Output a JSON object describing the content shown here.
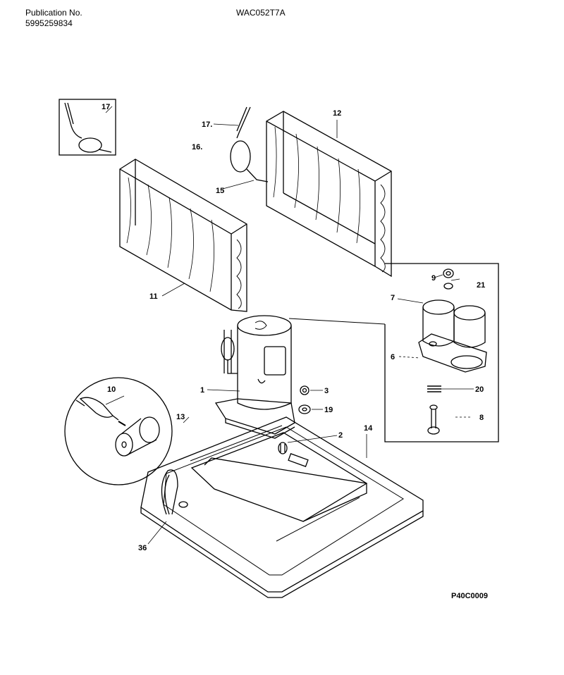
{
  "header": {
    "publication_label": "Publication No.",
    "publication_number": "5995259834",
    "model": "WAC052T7A"
  },
  "drawing_id": "P40C0009",
  "callouts": {
    "c1": "1",
    "c2": "2",
    "c3": "3",
    "c6": "6",
    "c7": "7",
    "c8": "8",
    "c9": "9",
    "c10": "10",
    "c11": "11",
    "c12": "12",
    "c13": "13",
    "c14": "14",
    "c15": "15",
    "c16": "16.",
    "c17a": "17",
    "c17b": "17.",
    "c19": "19",
    "c20": "20",
    "c21": "21",
    "c36": "36"
  }
}
